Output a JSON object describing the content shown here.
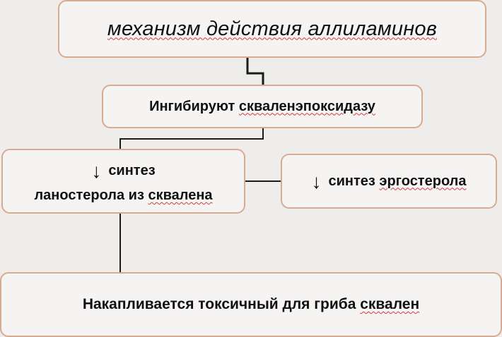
{
  "diagram": {
    "title": "механизм действия аллиламинов",
    "inhibit": {
      "text_plain": "Ингибируют ",
      "text_underlined": "скваленэпоксидазу"
    },
    "lanosterol": {
      "arrow": "↓",
      "line1": "синтез",
      "line2_plain": "ланостерола из ",
      "line2_underlined": "сквалена"
    },
    "ergosterol": {
      "arrow": "↓",
      "text_plain": "синтез ",
      "text_underlined": "эргостерола"
    },
    "squalene": {
      "text_plain": "Накапливается токсичный для гриба ",
      "text_underlined": "сквален"
    }
  },
  "colors": {
    "background": "#efedec",
    "box_fill": "#f6f4f3",
    "box_border": "#d9aa90",
    "connector": "#1a1a1a",
    "spellcheck_underline": "#d23b3b"
  }
}
